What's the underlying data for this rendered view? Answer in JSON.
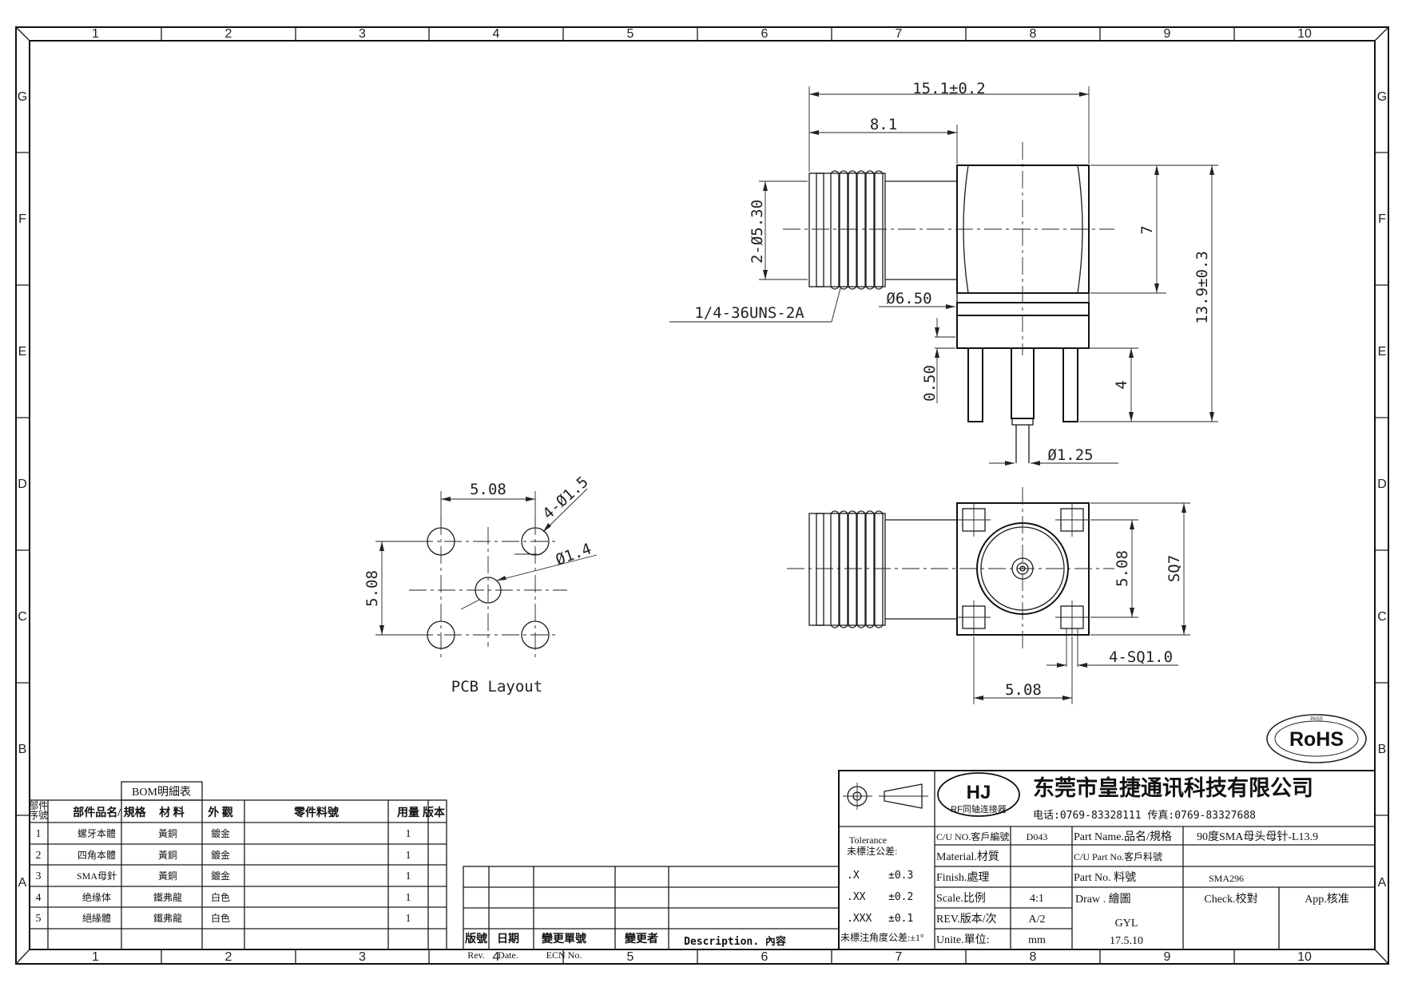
{
  "grid": {
    "cols": [
      "1",
      "2",
      "3",
      "4",
      "5",
      "6",
      "7",
      "8",
      "9",
      "10"
    ],
    "rows": [
      "G",
      "F",
      "E",
      "D",
      "C",
      "B",
      "A"
    ]
  },
  "dims": {
    "overall": "15.1±0.2",
    "body_len": "8.1",
    "thread_dia": "2-Ø5.30",
    "thread_spec": "1/4-36UNS-2A",
    "shoulder_dia": "Ø6.50",
    "height7": "7",
    "total_h": "13.9±0.3",
    "gap": "0.50",
    "pin_len": "4",
    "pin_dia": "Ø1.25",
    "sq": "SQ7",
    "pitch_v": "5.08",
    "pitch_h": "5.08",
    "sq1": "4-SQ1.0"
  },
  "pcb": {
    "pitch_h": "5.08",
    "pitch_v": "5.08",
    "holes4": "4-Ø1.5",
    "center": "Ø1.4",
    "caption": "PCB Layout"
  },
  "rohs": {
    "label": "RoHS",
    "pass": "PASS"
  },
  "bom": {
    "title": "BOM明細表",
    "headers": {
      "no": "部件\n序號",
      "name": "部件品名/ 規格",
      "mat": "材 料",
      "finish": "外 觀",
      "part": "零件料號",
      "qty": "用量",
      "rev": "版本"
    },
    "rows": [
      {
        "no": "1",
        "name": "螺牙本體",
        "mat": "黃銅",
        "finish": "鍍金",
        "qty": "1"
      },
      {
        "no": "2",
        "name": "四角本體",
        "mat": "黃銅",
        "finish": "鍍金",
        "qty": "1"
      },
      {
        "no": "3",
        "name": "SMA母針",
        "mat": "黃銅",
        "finish": "鍍金",
        "qty": "1"
      },
      {
        "no": "4",
        "name": "绝缘体",
        "mat": "鐵弗龍",
        "finish": "白色",
        "qty": "1"
      },
      {
        "no": "5",
        "name": "絕緣體",
        "mat": "鐵弗龍",
        "finish": "白色",
        "qty": "1"
      }
    ]
  },
  "revision": {
    "rev": "版號",
    "rev_en": "Rev.",
    "date": "日期",
    "date_en": "Date.",
    "ecn": "變更單號",
    "ecn_en": "ECN No.",
    "changer": "變更者",
    "desc": "Description. 內容"
  },
  "title_block": {
    "logo": "HJ",
    "logo_sub": "RF同轴连接器",
    "company": "东莞市皇捷通讯科技有限公司",
    "contact": "电话:0769-83328111 传真:0769-83327688",
    "tolerance_en": "Tolerance",
    "tolerance_cn": "未標注公差:",
    "tol": [
      {
        "k": ".X",
        "v": "±0.3"
      },
      {
        "k": ".XX",
        "v": "±0.2"
      },
      {
        "k": ".XXX",
        "v": "±0.1"
      }
    ],
    "angle_tol": "未標注角度公差:±1°",
    "cu_no_label": "C/U NO.客戶編號",
    "cu_no": "D043",
    "material_label": "Material.材質",
    "finish_label": "Finish.處理",
    "scale_label": "Scale.比例",
    "scale": "4:1",
    "rev_label": "REV.版本/次",
    "rev": "A/2",
    "unit_label": "Unite.單位:",
    "unit": "mm",
    "part_name_label": "Part Name.品名/規格",
    "part_name": "90度SMA母头母针-L13.9",
    "cu_part_label": "C/U Part No.客戶料號",
    "part_no_label": "Part  No.  料號",
    "part_no": "SMA296",
    "draw_label": "Draw . 繪圖",
    "drawer": "GYL",
    "draw_date": "17.5.10",
    "check_label": "Check.校對",
    "app_label": "App.核准"
  }
}
